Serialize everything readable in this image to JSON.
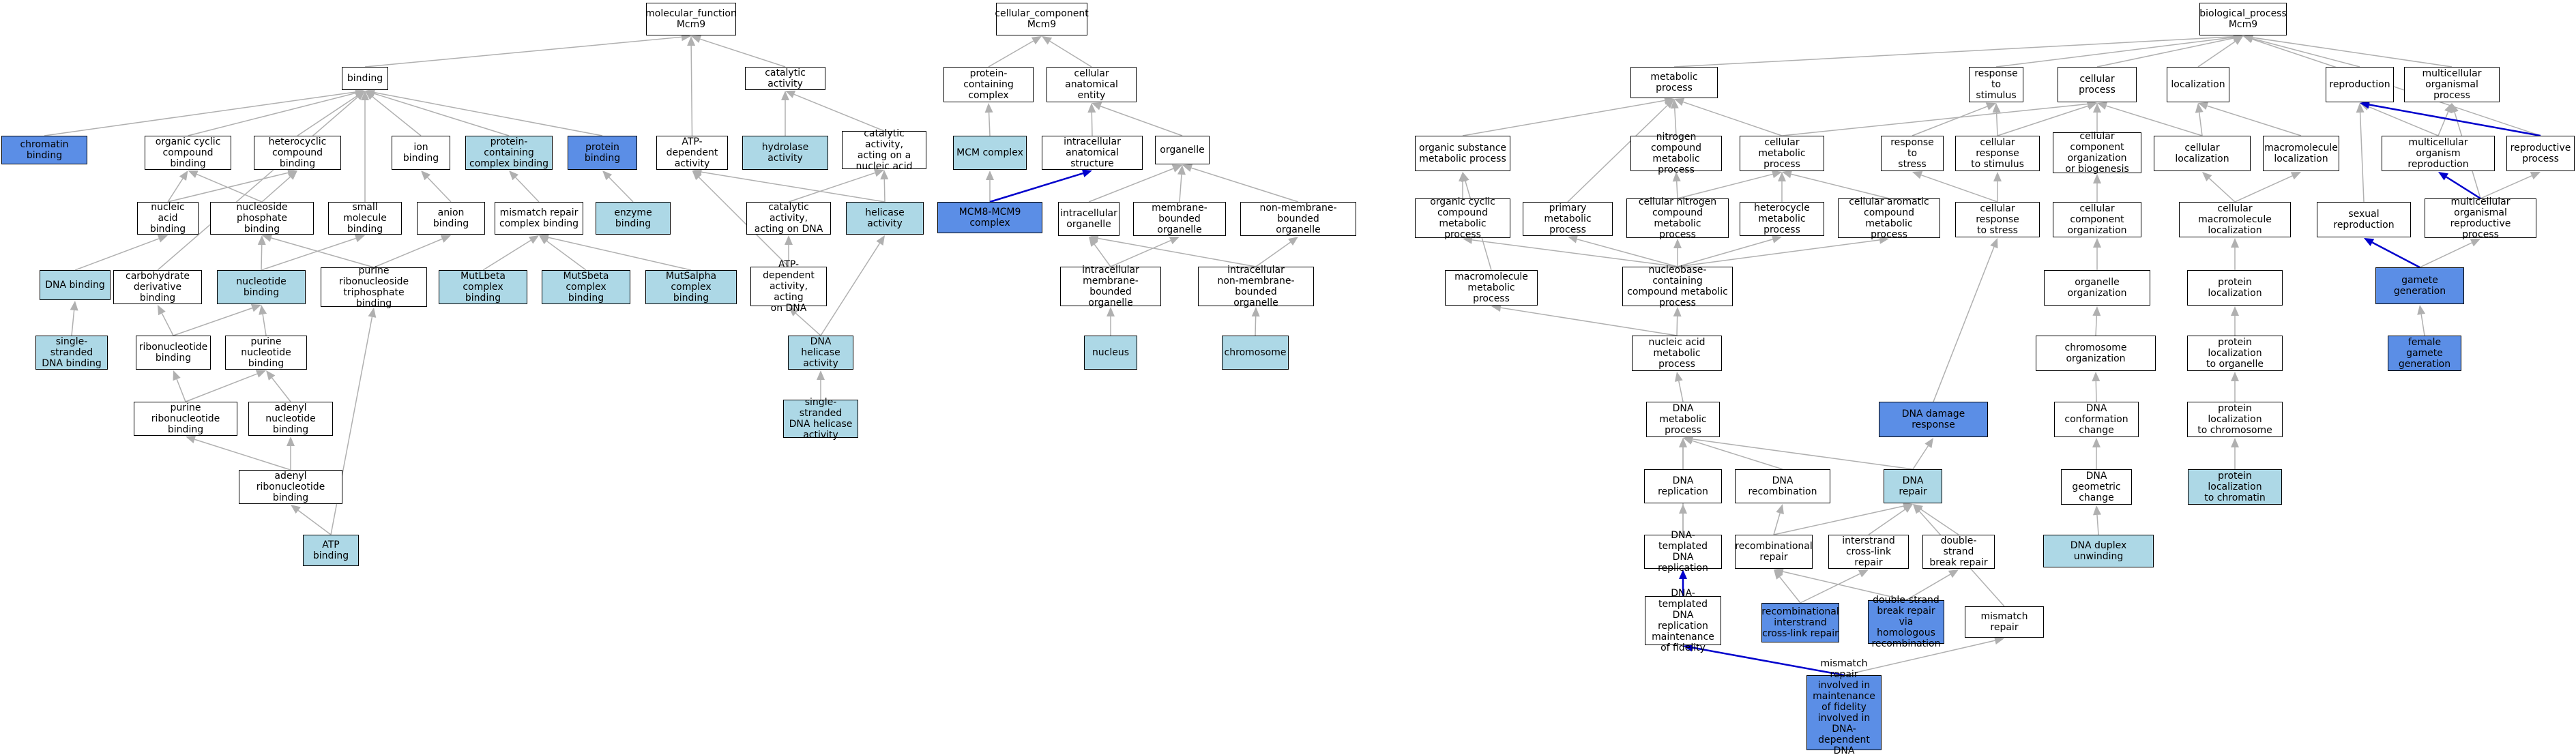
{
  "colors": {
    "node_fill": "#ffffff",
    "annotated_fill": "#add8e6",
    "direct_fill": "#5b8ee6",
    "edge_gray": "#b0b0b0",
    "edge_blue": "#0000cc"
  },
  "nodes": {
    "mf_root": "molecular_function\nMcm9",
    "cc_root": "cellular_component\nMcm9",
    "bp_root": "biological_process\nMcm9",
    "binding": "binding",
    "chromatin_binding": "chromatin binding",
    "organic_cyclic": "organic cyclic\ncompound binding",
    "heterocyclic": "heterocyclic\ncompound binding",
    "ion_binding": "ion binding",
    "pcc_binding": "protein-containing\ncomplex binding",
    "protein_binding": "protein binding",
    "atp_dep_activity": "ATP-dependent\nactivity",
    "catalytic": "catalytic activity",
    "hydrolase": "hydrolase activity",
    "cat_na": "catalytic activity,\nacting on a\nnucleic acid",
    "nucleic_acid_binding": "nucleic acid\nbinding",
    "nucleoside_phosphate": "nucleoside phosphate\nbinding",
    "small_molecule": "small molecule\nbinding",
    "anion_binding": "anion binding",
    "mismatch_complex": "mismatch repair\ncomplex binding",
    "enzyme_binding": "enzyme binding",
    "cat_dna": "catalytic activity,\nacting on DNA",
    "helicase": "helicase activity",
    "dna_binding": "DNA binding",
    "carbohydrate_deriv": "carbohydrate\nderivative binding",
    "nucleotide_binding": "nucleotide binding",
    "purine_rntp": "purine ribonucleoside\ntriphosphate\nbinding",
    "mutlbeta": "MutLbeta complex\nbinding",
    "mutsbeta": "MutSbeta complex\nbinding",
    "mutsalpha": "MutSalpha complex\nbinding",
    "atp_dep_dna": "ATP-dependent\nactivity, acting\non DNA",
    "ss_dna_binding": "single-stranded\nDNA binding",
    "ribonucleotide": "ribonucleotide\nbinding",
    "purine_nucleotide": "purine nucleotide\nbinding",
    "dna_helicase": "DNA helicase\nactivity",
    "purine_rnt": "purine ribonucleotide\nbinding",
    "adenyl_nt": "adenyl nucleotide\nbinding",
    "ss_dna_helicase": "single-stranded\nDNA helicase\nactivity",
    "adenyl_rnt": "adenyl ribonucleotide\nbinding",
    "atp_binding": "ATP binding",
    "pc_complex": "protein-containing\ncomplex",
    "cellular_anat": "cellular anatomical\nentity",
    "mcm_complex": "MCM complex",
    "intracellular_as": "intracellular\nanatomical structure",
    "organelle": "organelle",
    "mcm8_mcm9": "MCM8-MCM9 complex",
    "intracellular_org": "intracellular\norganelle",
    "membrane_bounded": "membrane-bounded\norganelle",
    "non_membrane_bounded": "non-membrane-bounded\norganelle",
    "intra_membrane": "intracellular\nmembrane-bounded\norganelle",
    "intra_nonmembrane": "intracellular\nnon-membrane-bounded\norganelle",
    "nucleus": "nucleus",
    "chromosome": "chromosome",
    "metabolic": "metabolic process",
    "response_stimulus": "response to\nstimulus",
    "cellular_process": "cellular process",
    "localization": "localization",
    "reproduction": "reproduction",
    "multicellular_organismal": "multicellular\norganismal process",
    "organic_substance_mp": "organic substance\nmetabolic process",
    "nitrogen_compound_mp": "nitrogen compound\nmetabolic process",
    "cellular_mp": "cellular metabolic\nprocess",
    "response_stress": "response to\nstress",
    "cellular_response_stimulus": "cellular response\nto stimulus",
    "cellular_component_org": "cellular component\norganization\nor biogenesis",
    "cellular_localization": "cellular localization",
    "macromolecule_localization": "macromolecule\nlocalization",
    "multicellular_org_reproduction": "multicellular\norganism reproduction",
    "reproductive_process": "reproductive\nprocess",
    "organic_cyclic_mp": "organic cyclic\ncompound metabolic\nprocess",
    "primary_mp": "primary metabolic\nprocess",
    "cellular_nitrogen_mp": "cellular nitrogen\ncompound metabolic\nprocess",
    "heterocycle_mp": "heterocycle\nmetabolic process",
    "cellular_aromatic_mp": "cellular aromatic\ncompound metabolic\nprocess",
    "cellular_response_stress": "cellular response\nto stress",
    "cellular_component_organization": "cellular component\norganization",
    "cellular_macromolecule_localization": "cellular macromolecule\nlocalization",
    "sexual_reproduction": "sexual reproduction",
    "multicellular_reproductive": "multicellular\norganismal reproductive\nprocess",
    "macromolecule_mp": "macromolecule\nmetabolic process",
    "nucleobase_mp": "nucleobase-containing\ncompound metabolic\nprocess",
    "organelle_organization": "organelle organization",
    "protein_localization": "protein localization",
    "gamete_generation": "gamete generation",
    "nucleic_acid_mp": "nucleic acid\nmetabolic process",
    "chromosome_organization": "chromosome organization",
    "protein_loc_organelle": "protein localization\nto organelle",
    "female_gamete": "female gamete\ngeneration",
    "dna_mp": "DNA metabolic\nprocess",
    "dna_damage_response": "DNA damage response",
    "dna_conformation": "DNA conformation\nchange",
    "protein_loc_chromosome": "protein localization\nto chromosome",
    "dna_replication": "DNA replication",
    "dna_recombination": "DNA recombination",
    "dna_repair": "DNA repair",
    "dna_geometric": "DNA geometric\nchange",
    "protein_loc_chromatin": "protein localization\nto chromatin",
    "dna_templated_replication": "DNA-templated\nDNA replication",
    "recombinational_repair": "recombinational\nrepair",
    "interstrand_repair": "interstrand\ncross-link repair",
    "dsb_repair": "double-strand\nbreak repair",
    "dna_duplex_unwinding": "DNA duplex unwinding",
    "recomb_interstrand": "recombinational\ninterstrand\ncross-link repair",
    "dsb_homologous": "double-strand\nbreak repair\nvia homologous\nrecombination",
    "dna_replication_fidelity": "DNA-templated\nDNA replication\nmaintenance\nof fidelity",
    "mismatch_repair": "mismatch repair",
    "mmr_fidelity": "mismatch repair\ninvolved in\nmaintenance\nof fidelity\ninvolved in\nDNA-dependent\nDNA replication"
  }
}
